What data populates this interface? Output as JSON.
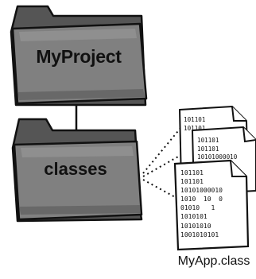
{
  "diagram": {
    "project_folder_label": "MyProject",
    "classes_folder_label": "classes",
    "file_caption": "MyApp.class",
    "binary_back": [
      "101101",
      "101101"
    ],
    "binary_mid": [
      "101101",
      "101101",
      "10101000010"
    ],
    "binary_front": [
      "101101",
      "101101",
      "10101000010",
      "1010  10  0",
      "01010   1",
      "1010101",
      "10101010",
      "1001010101"
    ],
    "colors": {
      "folder_fill": "#7d7d7d",
      "folder_shadow": "#4a4a4a",
      "outline": "#111111",
      "paper": "#ffffff"
    }
  }
}
